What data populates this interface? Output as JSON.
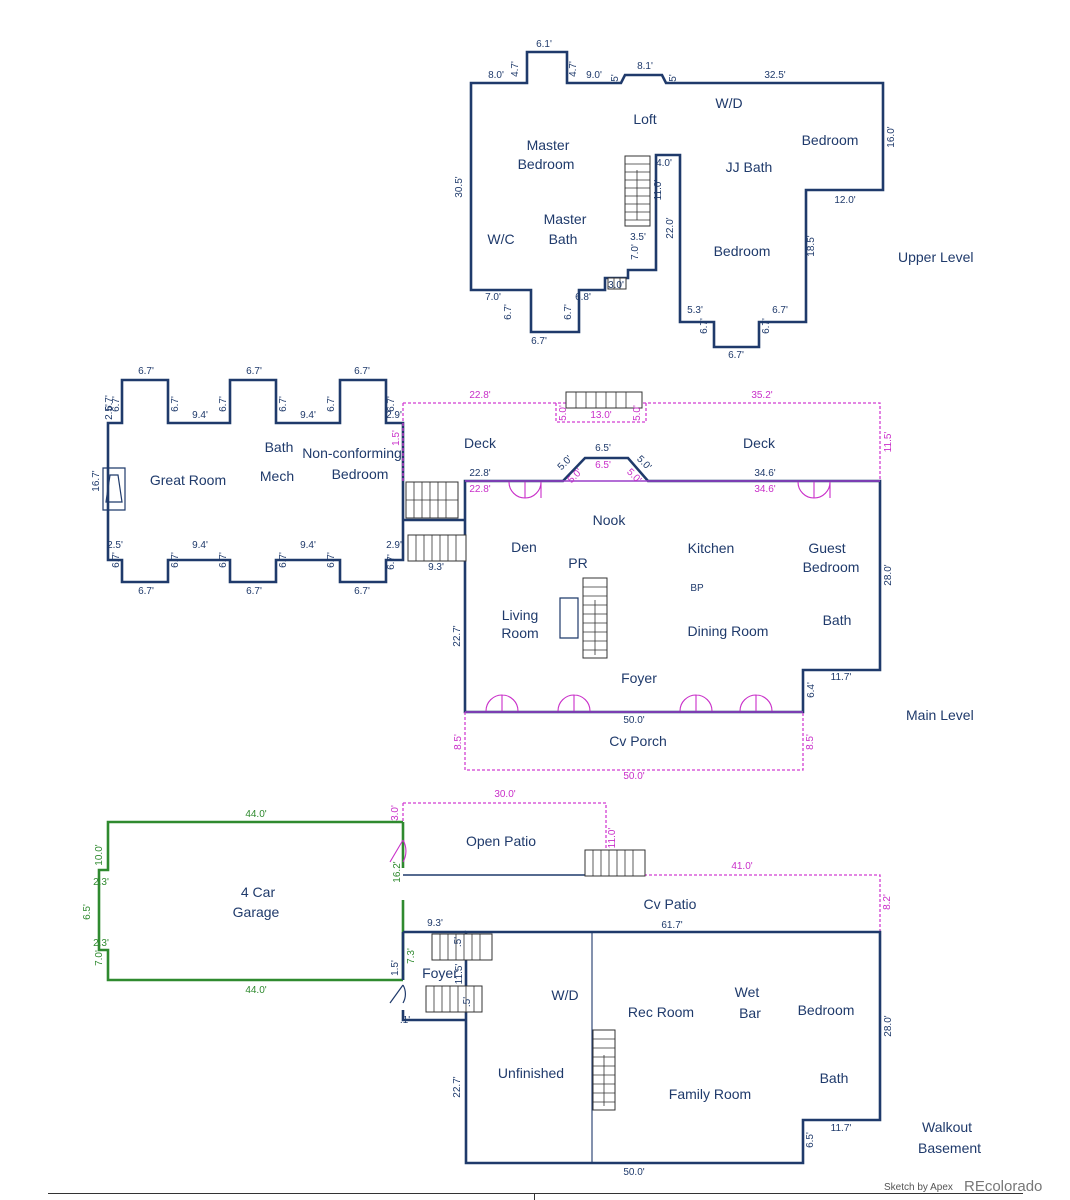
{
  "watermark": {
    "sketch": "Sketch by Apex",
    "brand": "REcolorado"
  },
  "levels": {
    "upper": "Upper Level",
    "main": "Main Level",
    "basement_line1": "Walkout",
    "basement_line2": "Basement"
  },
  "rooms": {
    "loft": "Loft",
    "wd_upper": "W/D",
    "master_bedroom_l1": "Master",
    "master_bedroom_l2": "Bedroom",
    "bedroom_ne": "Bedroom",
    "jj_bath": "JJ  Bath",
    "master_bath_l1": "Master",
    "master_bath_l2": "Bath",
    "wc": "W/C",
    "bedroom_upper_s": "Bedroom",
    "deck_w": "Deck",
    "deck_e": "Deck",
    "bath_annex": "Bath",
    "nonconf_l1": "Non-conforming",
    "nonconf_l2": "Bedroom",
    "great_room": "Great Room",
    "mech": "Mech",
    "nook": "Nook",
    "den": "Den",
    "kitchen": "Kitchen",
    "guest_l1": "Guest",
    "guest_l2": "Bedroom",
    "pr": "PR",
    "bp": "BP",
    "living_l1": "Living",
    "living_l2": "Room",
    "dining": "Dining Room",
    "bath_main": "Bath",
    "foyer_main": "Foyer",
    "cv_porch": "Cv Porch",
    "open_patio": "Open Patio",
    "garage_l1": "4 Car",
    "garage_l2": "Garage",
    "cv_patio": "Cv Patio",
    "foyer_base": "Foyer",
    "wd_base": "W/D",
    "rec_room": "Rec Room",
    "wet_l1": "Wet",
    "wet_l2": "Bar",
    "bedroom_base": "Bedroom",
    "unfinished": "Unfinished",
    "family_room": "Family Room",
    "bath_base": "Bath"
  },
  "dims": {
    "u_top_bump": "6.1'",
    "u_8_0": "8.0'",
    "u_4_7a": "4.7'",
    "u_4_7b": "4.7'",
    "u_9_0": "9.0'",
    "u_5a": "5'",
    "u_8_1": "8.1'",
    "u_5b": "5'",
    "u_32_5": "32.5'",
    "u_16_0": "16.0'",
    "u_30_5": "30.5'",
    "u_4_0": "4.0'",
    "u_11_0": "11.0'",
    "u_12_0": "12.0'",
    "u_22_0": "22.0'",
    "u_3_5": "3.5'",
    "u_7_0v": "7.0'",
    "u_18_5": "18.5'",
    "u_3_0": "3.0'",
    "u_7_0": "7.0'",
    "u_6_8": "6.8'",
    "u_6_7a": "6.7'",
    "u_6_7b": "6.7'",
    "u_6_7c": "6.7'",
    "u_5_3": "5.3'",
    "u_6_7d": "6.7'",
    "u_6_7e": "6.7'",
    "u_6_7f": "6.7'",
    "u_6_7g": "6.7'",
    "u_6_7h": "6.7'",
    "m_22_8p": "22.8'",
    "m_35_2p": "35.2'",
    "m_5_0a": "5.0'",
    "m_13_0": "13.0'",
    "m_5_0b": "5.0'",
    "m_11_5p": "11.5'",
    "m_1_5p": "1.5'",
    "m_22_8": "22.8'",
    "m_22_8b": "22.8'",
    "m_5_0c": "5.0'",
    "m_6_5": "6.5'",
    "m_5_0d": "5.0'",
    "m_5_0e": "5.0'",
    "m_6_5b": "6.5'",
    "m_5_0f": "5.0'",
    "m_34_6": "34.6'",
    "m_34_6b": "34.6'",
    "m_28_0": "28.0'",
    "m_9_3": "9.3'",
    "m_22_7": "22.7'",
    "m_11_7": "11.7'",
    "m_6_4": "6.4'",
    "m_50_0": "50.0'",
    "m_8_5a": "8.5'",
    "m_8_5b": "8.5'",
    "m_50_0p": "50.0'",
    "a_6_7_t1": "6.7'",
    "a_6_7_t2": "6.7'",
    "a_6_7_t3": "6.7'",
    "a_9_4_t1": "9.4'",
    "a_9_4_t2": "9.4'",
    "a_6_7_v1": "6.7'",
    "a_6_7_v2": "6.7'",
    "a_6_7_v3": "6.7'",
    "a_6_7_v4": "6.7'",
    "a_6_7_v5": "6.7'",
    "a_2_9a": "2.9'",
    "a_2_9b": "2.9'",
    "a_2_5a": "2.5'",
    "a_2_5b": "2.5'",
    "a_16_7": "16.7'",
    "a_6_7_b1": "6.7'",
    "a_6_7_b2": "6.7'",
    "a_6_7_b3": "6.7'",
    "a_9_4_b1": "9.4'",
    "a_9_4_b2": "9.4'",
    "a_6_7_w1": "6.7'",
    "a_6_7_w2": "6.7'",
    "a_6_7_w3": "6.7'",
    "a_6_7_w4": "6.7'",
    "a_6_7_w5": "6.7'",
    "a_6_7_w6": "6.7'",
    "a_6_7_w7": "6.7'",
    "a_6_7_w8": "6.7'",
    "b_30_0p": "30.0'",
    "b_3_0p": "3.0'",
    "b_11_0p": "11.0'",
    "b_41_0p": "41.0'",
    "b_8_2p": "8.2'",
    "g_44_0t": "44.0'",
    "g_10_0": "10.0'",
    "g_2_3a": "2.3'",
    "g_6_5": "6.5'",
    "g_2_3b": "2.3'",
    "g_7_0": "7.0'",
    "g_16_2": "16.2'",
    "g_44_0b": "44.0'",
    "g_7_3": "7.3'",
    "b_9_3": "9.3'",
    "b_61_7": "61.7'",
    "b_1_5": "1.5'",
    "b_1": ".1'",
    "b_11_5": "11.5'",
    "b_5a": ".5'",
    "b_5b": ".5'",
    "b_28_0": "28.0'",
    "b_22_7": "22.7'",
    "b_11_7": "11.7'",
    "b_6_5": "6.5'",
    "b_50_0": "50.0'"
  }
}
